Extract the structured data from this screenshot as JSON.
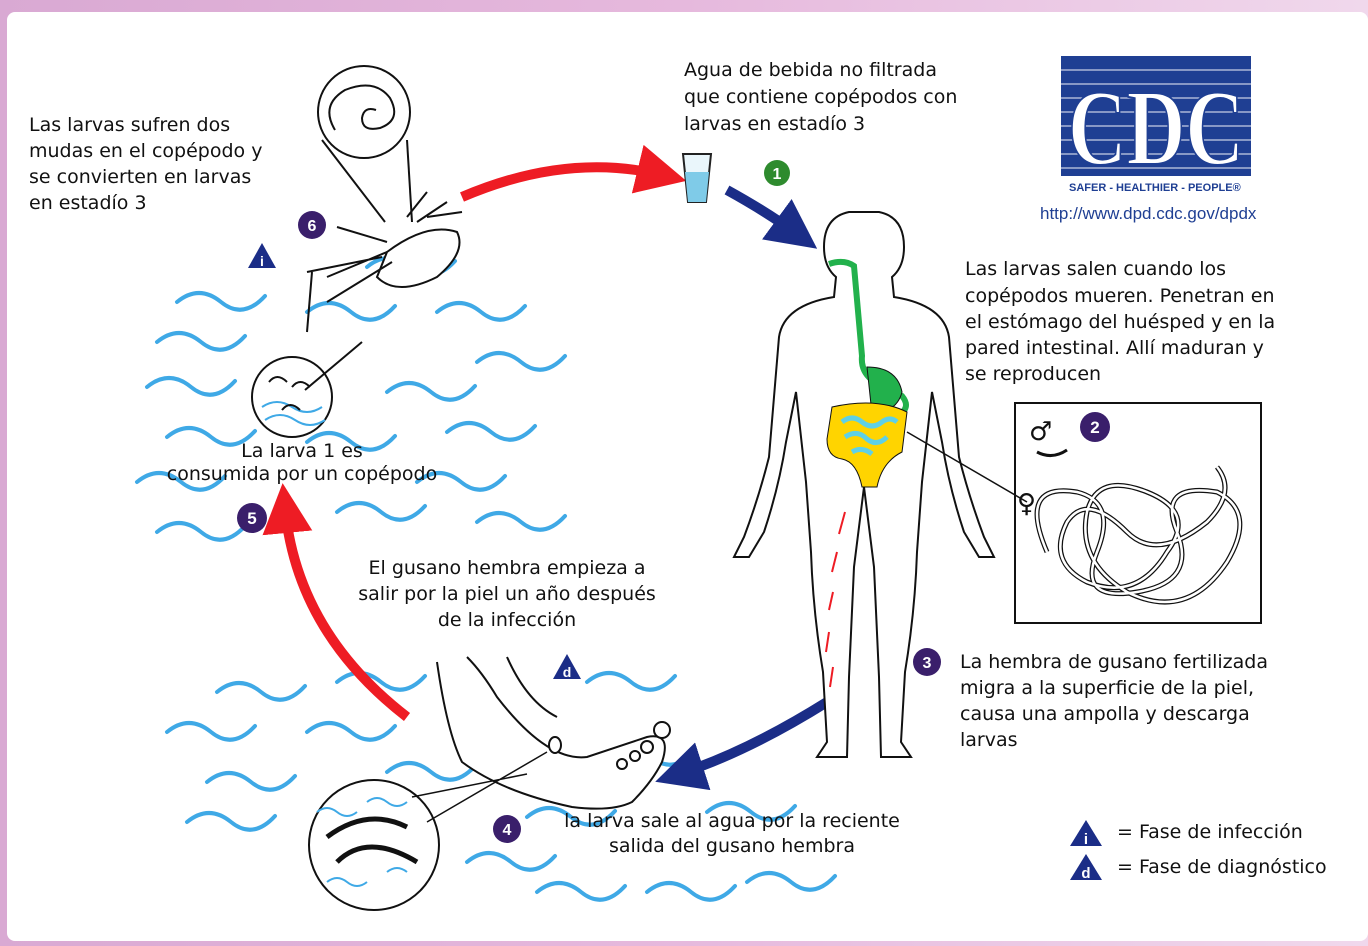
{
  "logo": {
    "letters": "CDC",
    "tagline": "SAFER - HEALTHIER - PEOPLE®",
    "url": "http://www.dpd.cdc.gov/dpdx"
  },
  "steps": {
    "1": {
      "number": "1",
      "text": [
        "Agua de bebida no filtrada",
        "que contiene copépodos con",
        "larvas en estadío 3"
      ]
    },
    "2": {
      "number": "2",
      "text": [
        "Las larvas salen cuando los",
        "copépodos mueren. Penetran en",
        "el estómago del huésped y en la",
        "pared intestinal. Allí maduran y",
        "se reproducen"
      ]
    },
    "3": {
      "number": "3",
      "text": [
        "La hembra de gusano fertilizada",
        "migra a la superficie de la piel,",
        "causa una ampolla y descarga",
        "larvas"
      ]
    },
    "4": {
      "number": "4",
      "text": [
        "la larva sale al agua por la reciente",
        "salida del gusano hembra"
      ]
    },
    "5": {
      "number": "5",
      "text": [
        "La larva 1 es",
        "consumida por un copépodo"
      ]
    },
    "6": {
      "number": "6",
      "text": [
        "Las larvas sufren dos",
        "mudas en el copépodo y",
        "se convierten en larvas",
        "en estadío 3"
      ]
    }
  },
  "female_emerges": [
    "El gusano hembra empieza a",
    "salir por la piel un año después",
    "de la infección"
  ],
  "sex_symbols": {
    "male": "♂",
    "female": "♀"
  },
  "legend": {
    "infection": {
      "badge": "i",
      "label": "= Fase de infección"
    },
    "diagnosis": {
      "badge": "d",
      "label": "= Fase de diagnóstico"
    }
  },
  "colors": {
    "red_arrow": "#ee1c24",
    "blue_arrow": "#1b2d87",
    "step_badge": "#3a1f6b",
    "step1_badge": "#2e8b2e",
    "phase_badge": "#1b2d87",
    "water": "#3fa9e6",
    "cdc_blue": "#1f3f93",
    "gut_green": "#22b14c",
    "gut_yellow": "#ffd400",
    "gut_cyan": "#5fd0e6"
  }
}
